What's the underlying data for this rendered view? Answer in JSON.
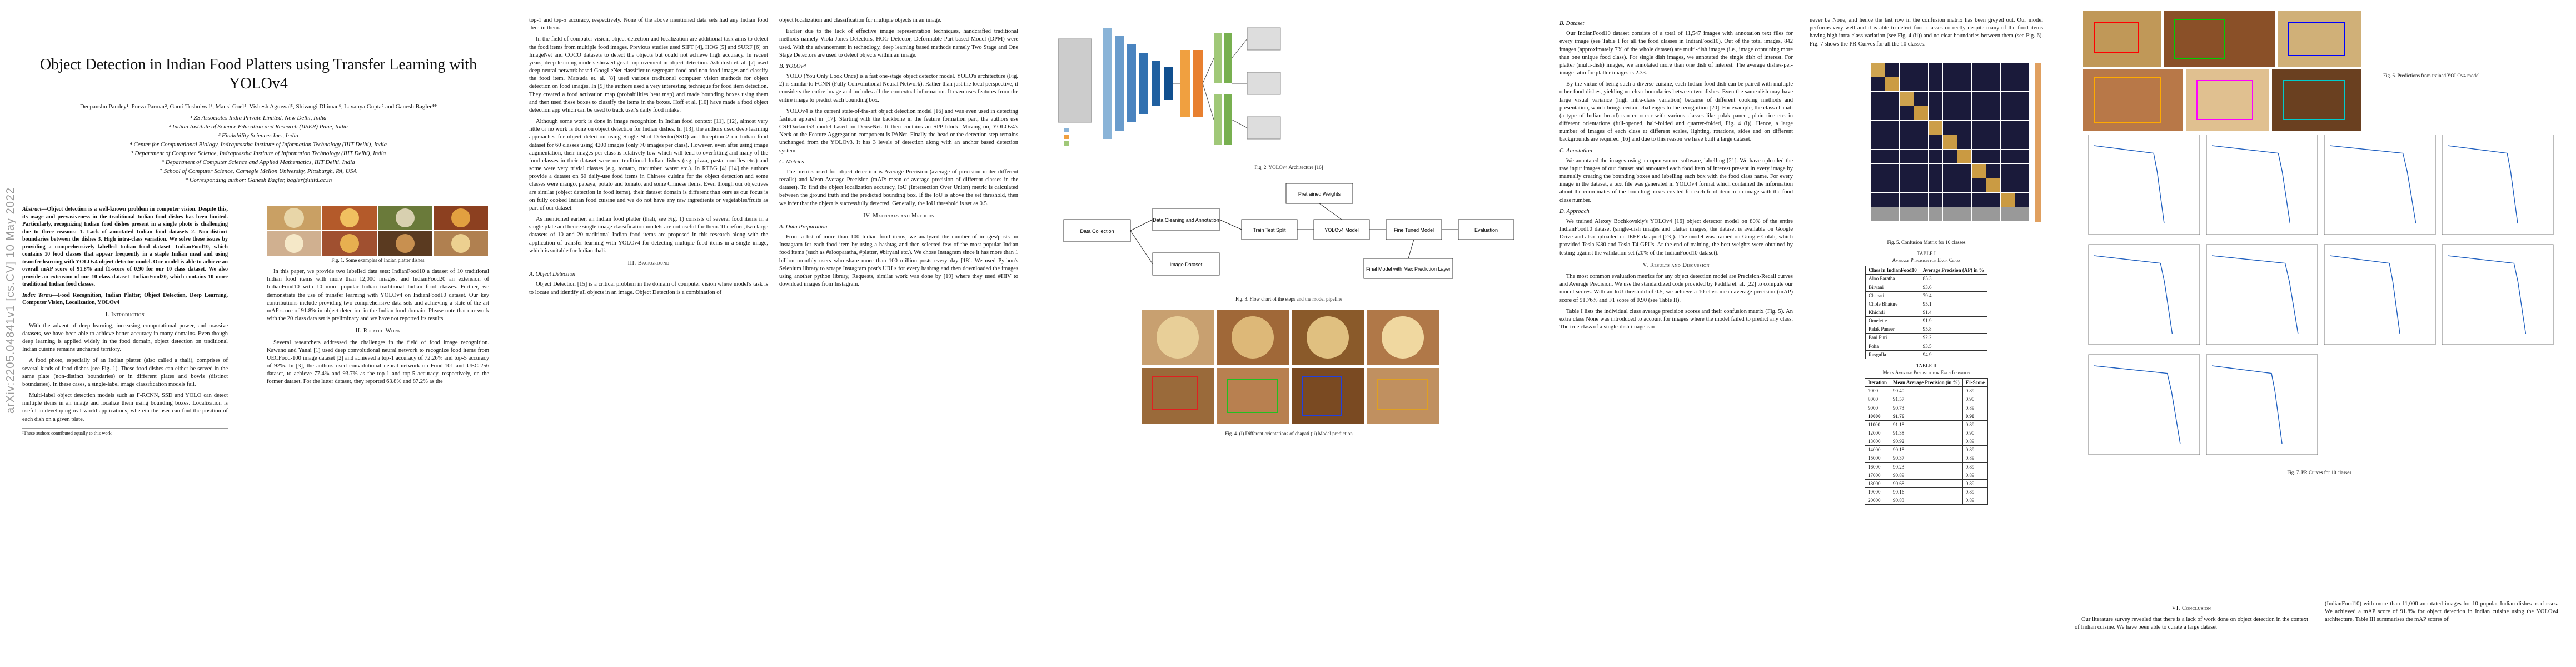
{
  "arxiv_stamp": "arXiv:2205.04841v1  [cs.CV]  10 May 2022",
  "title": "Object Detection in Indian Food Platters using Transfer Learning with YOLOv4",
  "authors": "Deepanshu Pandey¹, Purva Parmar², Gauri Toshniwal³, Mansi Goel⁴, Vishesh Agrawal⁵, Shivangi Dhiman⁶, Lavanya Gupta⁷ and Ganesh Bagler⁴*",
  "affiliations": [
    "¹ ZS Associates India Private Limited, New Delhi, India",
    "² Indian Institute of Science Education and Research (IISER) Pune, India",
    "³ Findability Sciences Inc., India",
    "⁴ Center for Computational Biology, Indraprastha Institute of Information Technology (IIIT Delhi), India",
    "⁵ Department of Computer Science, Indraprastha Institute of Information Technology (IIIT Delhi), India",
    "⁶ Department of Computer Science and Applied Mathematics, IIIT Delhi, India",
    "⁷ School of Computer Science, Carnegie Mellon University, Pittsburgh, PA, USA",
    "* Corresponding author: Ganesh Bagler, bagler@iiitd.ac.in"
  ],
  "abstract_label": "Abstract—",
  "abstract": "Object detection is a well-known problem in computer vision. Despite this, its usage and pervasiveness in the traditional Indian food dishes has been limited. Particularly, recognizing Indian food dishes present in a single photo is challenging due to three reasons: 1. Lack of annotated Indian food datasets 2. Non-distinct boundaries between the dishes 3. High intra-class variation. We solve these issues by providing a comprehensively labelled Indian food dataset- IndianFood10, which contains 10 food classes that appear frequently in a staple Indian meal and using transfer learning with YOLOv4 object detector model. Our model is able to achieve an overall mAP score of 91.8% and f1-score of 0.90 for our 10 class dataset. We also provide an extension of our 10 class dataset- IndianFood20, which contains 10 more traditional Indian food classes.",
  "index_label": "Index Terms—",
  "index_terms": "Food Recognition, Indian Platter, Object Detection, Deep Learning, Computer Vision, Localization, YOLOv4",
  "sec1": "I. Introduction",
  "intro1": "With the advent of deep learning, increasing computational power, and massive datasets, we have been able to achieve better accuracy in many domains. Even though deep learning is applied widely in the food domain, object detection on traditional Indian cuisine remains uncharted territory.",
  "intro2": "A food photo, especially of an Indian platter (also called a thali), comprises of several kinds of food dishes (see Fig. 1). These food dishes can either be served in the same plate (non-distinct boundaries) or in different plates and bowls (distinct boundaries). In these cases, a single-label image classification models fail.",
  "intro3": "Multi-label object detection models such as F-RCNN, SSD and YOLO can detect multiple items in an image and localize them using bounding boxes. Localization is useful in developing real-world applications, wherein the user can find the position of each dish on a given plate.",
  "footnote": "¹These authors contributed equally to this work",
  "fig1_caption": "Fig. 1.  Some examples of Indian platter dishes",
  "intro4": "In this paper, we provide two labelled data sets: IndianFood10 a dataset of 10 traditional Indian food items with more than 12,000 images, and IndianFood20 an extension of IndianFood10 with 10 more popular Indian traditional Indian food classes. Further, we demonstrate the use of transfer learning with YOLOv4 on IndianFood10 dataset. Our key contributions include providing two comprehensive data sets and achieving a state-of-the-art mAP score of 91.8% in object detection in the Indian food domain. Please note that our work with the 20 class data set is preliminary and we have not reported its results.",
  "sec2": "II. Related Work",
  "rel1": "Several researchers addressed the challenges in the field of food image recognition. Kawano and Yanai [1] used deep convolutional neural network to recognize food items from UECFood-100 image dataset [2] and achieved a top-1 accuracy of 72.26% and top-5 accuracy of 92%. In [3], the authors used convolutional neural network on Food-101 and UEC-256 dataset, to achieve 77.4% and 93.7% as the top-1 and top-5 accuracy, respectively, on the former dataset. For the latter dataset, they reported 63.8% and 87.2% as the",
  "rel2": "top-1 and top-5 accuracy, respectively. None of the above mentioned data sets had any Indian food item in them.",
  "rel3": "In the field of computer vision, object detection and localization are additional task aims to detect the food items from multiple food images. Previous studies used SIFT [4], HOG [5] and SURF [6] on ImageNet and COCO datasets to detect the objects but could not achieve high accuracy. In recent years, deep learning models showed great improvement in object detection. Ashutosh et. al. [7] used deep neural network based GoogLeNet classifier to segregate food and non-food images and classify the food item. Matsuda et. al. [8] used various traditional computer vision methods for object detection on food images. In [9] the authors used a very interesting technique for food item detection. They created a food activation map (probabilities heat map) and made bounding boxes using them and then used these boxes to classify the items in the boxes. Hoff et al. [10] have made a food object detection app which can be used to track user's daily food intake.",
  "rel4": "Although some work is done in image recognition in Indian food context [11], [12], almost very little or no work is done on object detection for Indian dishes. In [13], the authors used deep learning approaches for object detection using Single Shot Detector(SSD) and Inception-2 on Indian food dataset for 60 classes using 4200 images (only 70 images per class). However, even after using image augmentation, their images per class is relatively low which will tend to overfitting and many of the food classes in their dataset were not traditional Indian dishes (e.g. pizza, pasta, noodles etc.) and some were very trivial classes (e.g. tomato, cucumber, water etc.). In RTBG [4] [14] the authors provide a dataset on 60 daily-use food items in Chinese cuisine for the object detection and some classes were mango, papaya, potato and tomato, and some Chinese items. Even though our objectives are similar (object detection in food items), their dataset domain is different than ours as our focus is on fully cooked Indian food cuisine and we do not have any raw ingredients or vegetables/fruits as part of our dataset.",
  "rel5": "As mentioned earlier, an Indian food platter (thali, see Fig. 1) consists of several food items in a single plate and hence single image classification models are not useful for them. Therefore, two large datasets of 10 and 20 traditional Indian food items are proposed in this research along with the application of transfer learning with YOLOv4 for detecting multiple food items in a single image, which is suitable for Indian thali.",
  "sec3": "III. Background",
  "sub_a": "A. Object Detection",
  "bg1": "Object Detection [15] is a critical problem in the domain of computer vision where model's task is to locate and identify all objects in an image. Object Detection is a combination of",
  "bg2": "object localization and classification for multiple objects in an image.",
  "bg3": "Earlier due to the lack of effective image representation techniques, handcrafted traditional methods namely Viola Jones Detectors, HOG Detector, Deformable Part-based Model (DPM) were used. With the advancement in technology, deep learning based methods namely Two Stage and One Stage Detectors are used to detect objects within an image.",
  "sub_b": "B. YOLOv4",
  "yolo1": "YOLO (You Only Look Once) is a fast one-stage object detector model. YOLO's architecture (Fig. 2) is similar to FCNN (Fully Convolutional Neural Network). Rather than just the local perspective, it considers the entire image and includes all the contextual information. It even uses features from the entire image to predict each bounding box.",
  "yolo2": "YOLOv4 is the current state-of-the-art object detection model [16] and was even used in detecting fashion apparel in [17]. Starting with the backbone in the feature formation part, the authors use CSPDarknet53 model based on DenseNet. It then contains an SPP block. Moving on, YOLOv4's Neck or the Feature Aggregation component is PANet. Finally the head or the detection step remains unchanged from the YOLOv3. It has 3 levels of detection along with an anchor based detection system.",
  "sub_c": "C. Metrics",
  "met1": "The metrics used for object detection is Average Precision (average of precision under different recalls) and Mean Average Precision (mAP: mean of average precision of different classes in the dataset). To find the object localization accuracy, IoU (Intersection Over Union) metric is calculated between the ground truth and the predicted bounding box. If the IoU is above the set threshold, then we infer that the object is successfully detected. Generally, the IoU threshold is set as 0.5.",
  "sec4": "IV. Materials and Methods",
  "sub_d": "A. Data Preparation",
  "data1": "From a list of more than 100 Indian food items, we analyzed the number of images/posts on Instagram for each food item by using a hashtag and then selected few of the most popular Indian food items (such as #alooparatha, #platter, #biryani etc.). We chose Instagram since it has more than 1 billion monthly users who share more than 100 million posts every day [18]. We used Python's Selenium library to scrape Instagram post's URLs for every hashtag and then downloaded the images using another python library, Requests, similar work was done by [19] where they used #HIV to download images from Instagram.",
  "fig2_caption": "Fig. 2.  YOLOv4 Architecture [16]",
  "fig3_caption": "Fig. 3.  Flow chart of the steps and the model pipeline",
  "fig4_caption": "Fig. 4.  (i) Different orientations of chapati (ii) Model prediction",
  "flow": {
    "n1": "Data Collection",
    "n2": "Data Cleaning and Annotation",
    "n3": "Pretrained Weights",
    "n4": "Train Test Split",
    "n5": "YOLOv4 Model",
    "n6": "Evaluation",
    "n7": "Image Dataset",
    "n8": "Fine Tuned Model",
    "n9": "Final Model with Max Prediction Layer"
  },
  "sub_e": "B. Dataset",
  "ds1": "Our IndianFood10 dataset consists of a total of 11,547 images with annotation text files for every image (see Table I for all the food classes in IndianFood10). Out of the total images, 842 images (approximately 7% of the whole dataset) are multi-dish images (i.e., image containing more than one unique food class). For single dish images, we annotated the single dish of interest. For platter (multi-dish) images, we annotated more than one dish of interest. The average dishes-per-image ratio for platter images is 2.33.",
  "ds2": "By the virtue of being such a diverse cuisine, each Indian food dish can be paired with multiple other food dishes, yielding no clear boundaries between two dishes. Even the same dish may have large visual variance (high intra-class variation) because of different cooking methods and presentation, which brings certain challenges to the recognition [20]. For example, the class chapati (a type of Indian bread) can co-occur with various classes like palak paneer, plain rice etc. in different orientations (full-opened, half-folded and quarter-folded, Fig. 4 (i)). Hence, a large number of images of each class at different scales, lighting, rotations, sides and on different backgrounds are required [16] and due to this reason we have built a large dataset.",
  "sub_f": "C. Annotation",
  "ann1": "We annotated the images using an open-source software, labelImg [21]. We have uploaded the raw input images of our dataset and annotated each food item of interest present in every image by manually creating the bounding boxes and labelling each box with the food class name. For every image in the dataset, a text file was generated in YOLOv4 format which contained the information about the coordinates of the bounding boxes created for each food item in an image with the food class number.",
  "sub_g": "D. Approach",
  "app1": "We trained Alexey Bochkovskiy's YOLOv4 [16] object detector model on 80% of the entire IndianFood10 dataset (single-dish images and platter images; the dataset is available on Google Drive and also uploaded on IEEE dataport [23]). The model was trained on Google Colab, which provided Tesla K80 and Tesla T4 GPUs. At the end of training, the best weights were obtained by testing against the validation set (20% of the IndianFood10 dataset).",
  "sec5": "V. Results and Discussion",
  "res1": "The most common evaluation metrics for any object detection model are Precision-Recall curves and Average Precision. We use the standardized code provided by Padilla et. al. [22] to compute our model scores. With an IoU threshold of 0.5, we achieve a 10-class mean average precision (mAP) score of 91.76% and F1 score of 0.90 (see Table II).",
  "res2": "Table I lists the individual class average precision scores and their confusion matrix (Fig. 5). An extra class None was introduced to account for images where the model failed to predict any class. The true class of a single-dish image can",
  "res3": "never be None, and hence the last row in the confusion matrix has been greyed out. Our model performs very well and it is able to detect food classes correctly despite many of the food items having high intra-class variation (see Fig. 4 (ii)) and no clear boundaries between them (see Fig. 6). Fig. 7 shows the PR-Curves for all the 10 classes.",
  "fig5_caption": "Fig. 5.  Confusion Matrix for 10 classes",
  "table1_label": "TABLE I",
  "table1_title": "Average Precision for Each Class",
  "table1_headers": [
    "Class in IndianFood10",
    "Average Precision (AP) in %"
  ],
  "table1_rows": [
    [
      "Aloo Paratha",
      "85.3"
    ],
    [
      "Biryani",
      "93.6"
    ],
    [
      "Chapati",
      "79.4"
    ],
    [
      "Chole Bhature",
      "95.1"
    ],
    [
      "Khichdi",
      "91.4"
    ],
    [
      "Omelette",
      "91.9"
    ],
    [
      "Palak Paneer",
      "95.8"
    ],
    [
      "Pani Puri",
      "92.2"
    ],
    [
      "Poha",
      "93.5"
    ],
    [
      "Rasgulla",
      "94.9"
    ]
  ],
  "table2_label": "TABLE II",
  "table2_title": "Mean Average Precision for Each Iteration",
  "table2_headers": [
    "Iteration",
    "Mean Average Precision (in %)",
    "F1-Score"
  ],
  "table2_rows": [
    [
      "7000",
      "90.40",
      "0.89"
    ],
    [
      "8000",
      "91.57",
      "0.90"
    ],
    [
      "9000",
      "90.73",
      "0.89"
    ],
    [
      "10000",
      "91.76",
      "0.90"
    ],
    [
      "11000",
      "91.18",
      "0.89"
    ],
    [
      "12000",
      "91.38",
      "0.90"
    ],
    [
      "13000",
      "90.92",
      "0.89"
    ],
    [
      "14000",
      "90.18",
      "0.89"
    ],
    [
      "15000",
      "90.37",
      "0.89"
    ],
    [
      "16000",
      "90.23",
      "0.89"
    ],
    [
      "17000",
      "90.89",
      "0.89"
    ],
    [
      "18000",
      "90.68",
      "0.89"
    ],
    [
      "19000",
      "90.16",
      "0.89"
    ],
    [
      "20000",
      "90.83",
      "0.89"
    ]
  ],
  "fig6_caption": "Fig. 6.  Predictions from trained YOLOv4 model",
  "fig7_caption": "Fig. 7.  PR Curves for 10 classes",
  "sec6": "VI. Conclusion",
  "conc1": "Our literature survey revealed that there is a lack of work done on object detection in the context of Indian cuisine. We have been able to curate a large dataset",
  "conc2": "(IndianFood10) with more than 11,000 annotated images for 10 popular Indian dishes as classes. We achieved a mAP score of 91.8% for object detection in Indian cuisine using the YOLOv4 architecture, Table III summarises the mAP scores of",
  "confusion": {
    "classes": 11,
    "diagonal": [
      0.83,
      0.93,
      0.85,
      0.96,
      0.9,
      0.92,
      0.95,
      0.93,
      0.94,
      0.95,
      0.0
    ]
  },
  "pr_panels": 10
}
